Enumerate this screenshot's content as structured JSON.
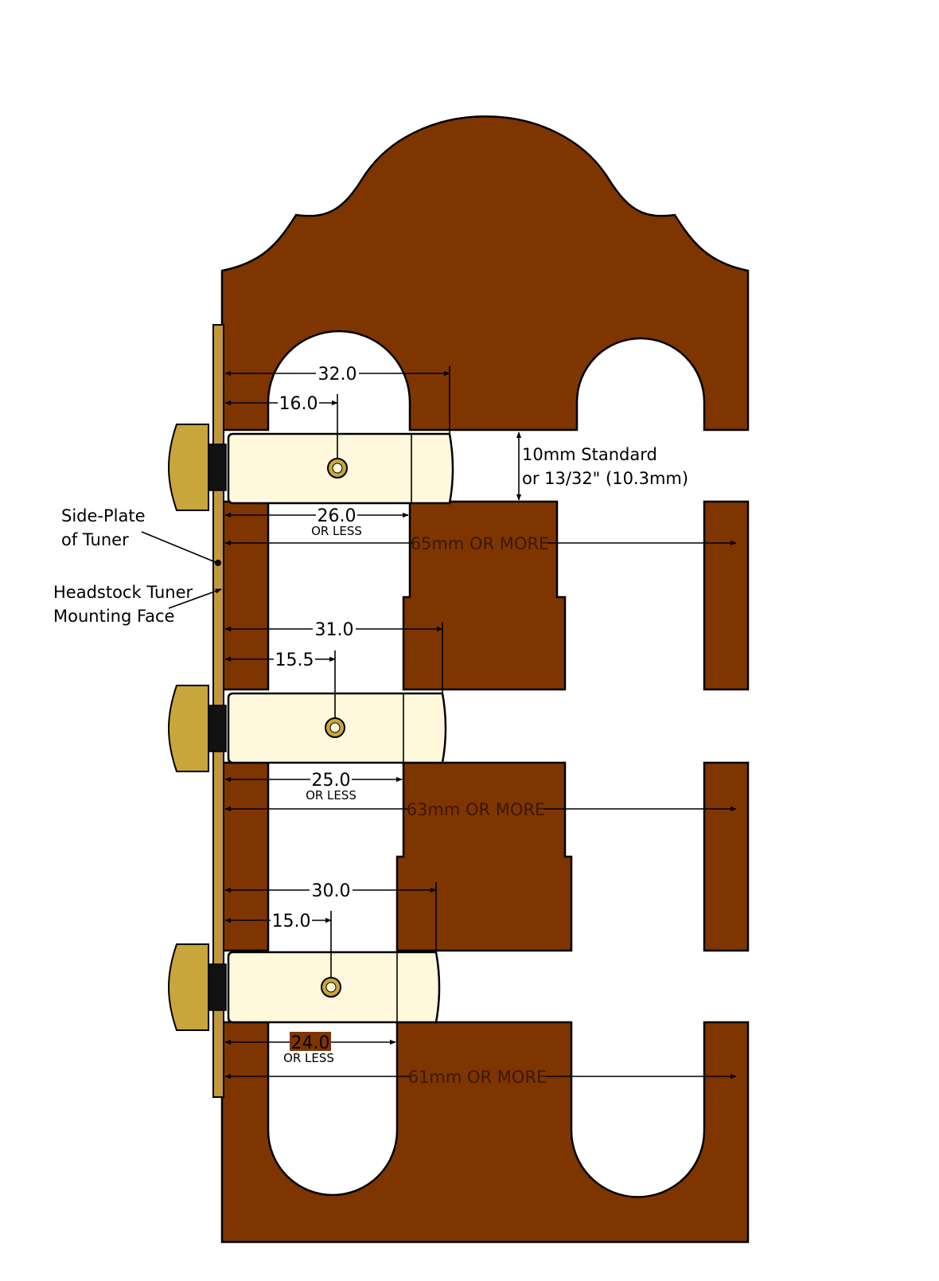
{
  "labels": {
    "side_plate_line1": "Side-Plate",
    "side_plate_line2": "of Tuner",
    "mount_face_line1": "Headstock Tuner",
    "mount_face_line2": "Mounting Face",
    "gap_line1": "10mm Standard",
    "gap_line2": "or 13/32\" (10.3mm)"
  },
  "tuners": [
    {
      "overall": "32.0",
      "center": "16.0",
      "slot": "26.0",
      "slot_note": "OR LESS",
      "width": "65mm OR MORE"
    },
    {
      "overall": "31.0",
      "center": "15.5",
      "slot": "25.0",
      "slot_note": "OR LESS",
      "width": "63mm OR MORE"
    },
    {
      "overall": "30.0",
      "center": "15.0",
      "slot": "24.0",
      "slot_note": "OR LESS",
      "width": "61mm OR MORE"
    }
  ],
  "colors": {
    "wood": "#7f3500",
    "roller": "#fff8dc",
    "brass": "#c9a63c",
    "plate": "#bf9a3a"
  }
}
